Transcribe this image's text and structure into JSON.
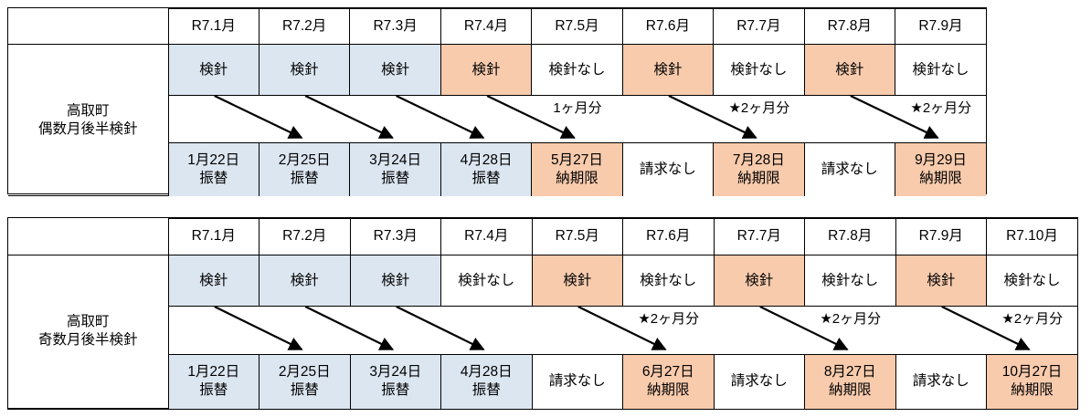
{
  "colors": {
    "fill_blue": "#dce6f1",
    "fill_orange": "#f8cbad",
    "border": "#000000",
    "background": "#ffffff"
  },
  "tables": [
    {
      "id": "even-month",
      "row_label": "高取町\n偶数月後半検針",
      "corner_label": "",
      "columns": [
        "R7.1月",
        "R7.2月",
        "R7.3月",
        "R7.4月",
        "R7.5月",
        "R7.6月",
        "R7.7月",
        "R7.8月",
        "R7.9月"
      ],
      "reading_row": [
        {
          "text": "検針",
          "fill": "blue"
        },
        {
          "text": "検針",
          "fill": "blue"
        },
        {
          "text": "検針",
          "fill": "blue"
        },
        {
          "text": "検針",
          "fill": "orange"
        },
        {
          "text": "検針なし",
          "fill": "none"
        },
        {
          "text": "検針",
          "fill": "orange"
        },
        {
          "text": "検針なし",
          "fill": "none"
        },
        {
          "text": "検針",
          "fill": "orange"
        },
        {
          "text": "検針なし",
          "fill": "none"
        }
      ],
      "span_labels": [
        {
          "text": "1ヶ月分",
          "col": 4
        },
        {
          "text": "★2ヶ月分",
          "col": 6
        },
        {
          "text": "★2ヶ月分",
          "col": 8
        }
      ],
      "due_row": [
        {
          "text": "1月22日\n振替",
          "fill": "blue"
        },
        {
          "text": "2月25日\n振替",
          "fill": "blue"
        },
        {
          "text": "3月24日\n振替",
          "fill": "blue"
        },
        {
          "text": "4月28日\n振替",
          "fill": "blue"
        },
        {
          "text": "5月27日\n納期限",
          "fill": "orange"
        },
        {
          "text": "請求なし",
          "fill": "none"
        },
        {
          "text": "7月28日\n納期限",
          "fill": "orange"
        },
        {
          "text": "請求なし",
          "fill": "none"
        },
        {
          "text": "9月29日\n納期限",
          "fill": "orange"
        }
      ],
      "arrows": [
        {
          "from_col": 0,
          "to_col": 1
        },
        {
          "from_col": 1,
          "to_col": 2
        },
        {
          "from_col": 2,
          "to_col": 3
        },
        {
          "from_col": 3,
          "to_col": 4
        },
        {
          "from_col": 5,
          "to_col": 6
        },
        {
          "from_col": 7,
          "to_col": 8
        }
      ]
    },
    {
      "id": "odd-month",
      "row_label": "高取町\n奇数月後半検針",
      "corner_label": "",
      "columns": [
        "R7.1月",
        "R7.2月",
        "R7.3月",
        "R7.4月",
        "R7.5月",
        "R7.6月",
        "R7.7月",
        "R7.8月",
        "R7.9月",
        "R7.10月"
      ],
      "reading_row": [
        {
          "text": "検針",
          "fill": "blue"
        },
        {
          "text": "検針",
          "fill": "blue"
        },
        {
          "text": "検針",
          "fill": "blue"
        },
        {
          "text": "検針なし",
          "fill": "none"
        },
        {
          "text": "検針",
          "fill": "orange"
        },
        {
          "text": "検針なし",
          "fill": "none"
        },
        {
          "text": "検針",
          "fill": "orange"
        },
        {
          "text": "検針なし",
          "fill": "none"
        },
        {
          "text": "検針",
          "fill": "orange"
        },
        {
          "text": "検針なし",
          "fill": "none"
        }
      ],
      "span_labels": [
        {
          "text": "★2ヶ月分",
          "col": 5
        },
        {
          "text": "★2ヶ月分",
          "col": 7
        },
        {
          "text": "★2ヶ月分",
          "col": 9
        }
      ],
      "due_row": [
        {
          "text": "1月22日\n振替",
          "fill": "blue"
        },
        {
          "text": "2月25日\n振替",
          "fill": "blue"
        },
        {
          "text": "3月24日\n振替",
          "fill": "blue"
        },
        {
          "text": "4月28日\n振替",
          "fill": "blue"
        },
        {
          "text": "請求なし",
          "fill": "none"
        },
        {
          "text": "6月27日\n納期限",
          "fill": "orange"
        },
        {
          "text": "請求なし",
          "fill": "none"
        },
        {
          "text": "8月27日\n納期限",
          "fill": "orange"
        },
        {
          "text": "請求なし",
          "fill": "none"
        },
        {
          "text": "10月27日\n納期限",
          "fill": "orange"
        }
      ],
      "arrows": [
        {
          "from_col": 0,
          "to_col": 1
        },
        {
          "from_col": 1,
          "to_col": 2
        },
        {
          "from_col": 2,
          "to_col": 3
        },
        {
          "from_col": 4,
          "to_col": 5
        },
        {
          "from_col": 6,
          "to_col": 7
        },
        {
          "from_col": 8,
          "to_col": 9
        }
      ]
    }
  ]
}
